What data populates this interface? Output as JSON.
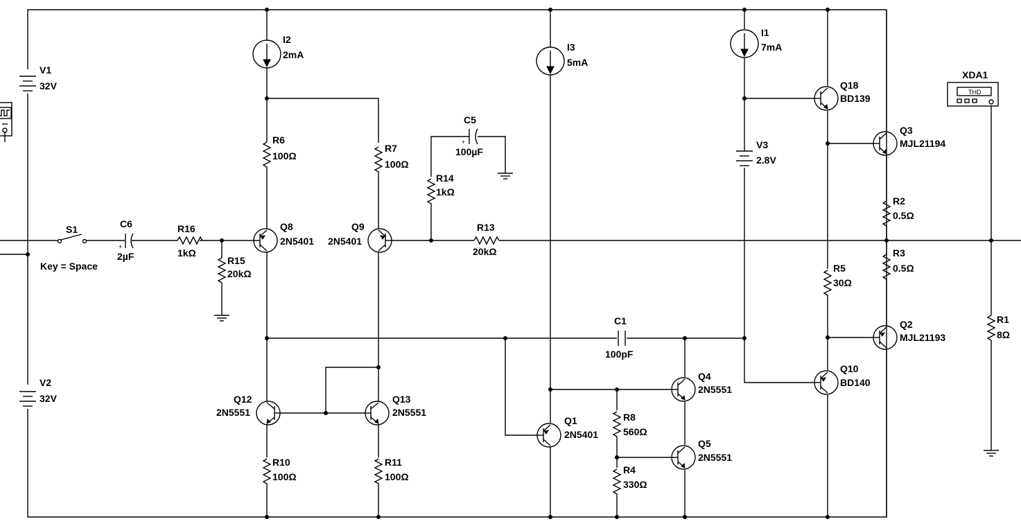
{
  "components": {
    "V1": {
      "ref": "V1",
      "value": "32V"
    },
    "V2": {
      "ref": "V2",
      "value": "32V"
    },
    "V3": {
      "ref": "V3",
      "value": "2.8V"
    },
    "I1": {
      "ref": "I1",
      "value": "7mA"
    },
    "I2": {
      "ref": "I2",
      "value": "2mA"
    },
    "I3": {
      "ref": "I3",
      "value": "5mA"
    },
    "S1": {
      "ref": "S1",
      "value": "Key = Space"
    },
    "C1": {
      "ref": "C1",
      "value": "100pF"
    },
    "C5": {
      "ref": "C5",
      "value": "100µF"
    },
    "C6": {
      "ref": "C6",
      "value": "2µF"
    },
    "R1": {
      "ref": "R1",
      "value": "8Ω"
    },
    "R2": {
      "ref": "R2",
      "value": "0.5Ω"
    },
    "R3": {
      "ref": "R3",
      "value": "0.5Ω"
    },
    "R4": {
      "ref": "R4",
      "value": "330Ω"
    },
    "R5": {
      "ref": "R5",
      "value": "30Ω"
    },
    "R6": {
      "ref": "R6",
      "value": "100Ω"
    },
    "R7": {
      "ref": "R7",
      "value": "100Ω"
    },
    "R8": {
      "ref": "R8",
      "value": "560Ω"
    },
    "R10": {
      "ref": "R10",
      "value": "100Ω"
    },
    "R11": {
      "ref": "R11",
      "value": "100Ω"
    },
    "R13": {
      "ref": "R13",
      "value": "20kΩ"
    },
    "R14": {
      "ref": "R14",
      "value": "1kΩ"
    },
    "R15": {
      "ref": "R15",
      "value": "20kΩ"
    },
    "R16": {
      "ref": "R16",
      "value": "1kΩ"
    },
    "Q1": {
      "ref": "Q1",
      "value": "2N5401"
    },
    "Q2": {
      "ref": "Q2",
      "value": "MJL21193"
    },
    "Q3": {
      "ref": "Q3",
      "value": "MJL21194"
    },
    "Q4": {
      "ref": "Q4",
      "value": "2N5551"
    },
    "Q5": {
      "ref": "Q5",
      "value": "2N5551"
    },
    "Q8": {
      "ref": "Q8",
      "value": "2N5401"
    },
    "Q9": {
      "ref": "Q9",
      "value": "2N5401"
    },
    "Q10": {
      "ref": "Q10",
      "value": "BD140"
    },
    "Q12": {
      "ref": "Q12",
      "value": "2N5551"
    },
    "Q13": {
      "ref": "Q13",
      "value": "2N5551"
    },
    "Q18": {
      "ref": "Q18",
      "value": "BD139"
    },
    "XDA1": {
      "ref": "XDA1",
      "display": "THD"
    }
  }
}
